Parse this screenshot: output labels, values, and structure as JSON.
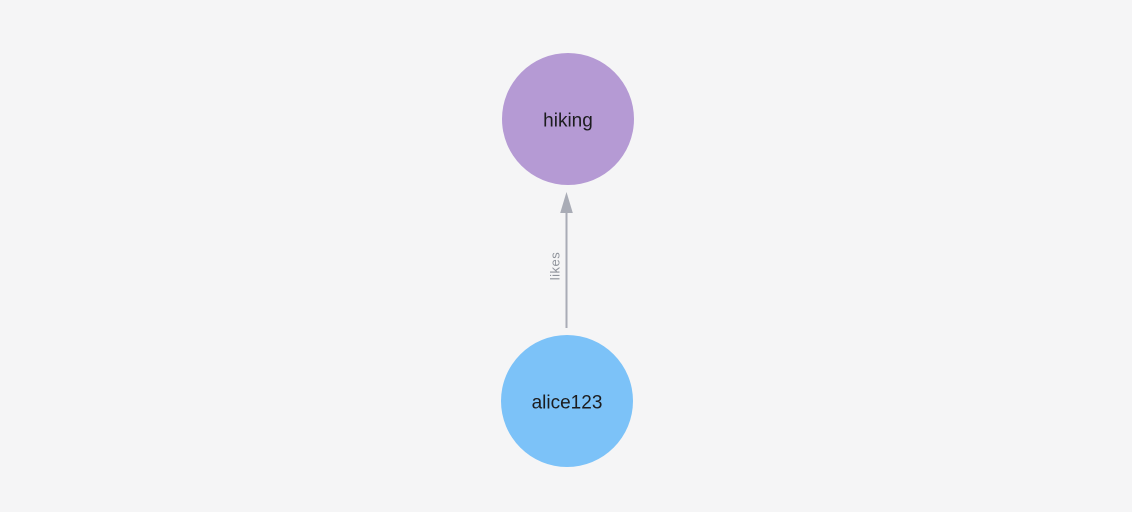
{
  "canvas": {
    "background": "#f5f5f6"
  },
  "nodes": [
    {
      "id": "hiking",
      "label": "hiking",
      "color": "#b59ad4",
      "label_color": "#1c1c1e"
    },
    {
      "id": "alice123",
      "label": "alice123",
      "color": "#7cc2f8",
      "label_color": "#1c1c1e"
    }
  ],
  "edge": {
    "label": "likes",
    "from": "alice123",
    "to": "hiking",
    "color": "#a9acb6",
    "label_color": "#8f939b"
  }
}
